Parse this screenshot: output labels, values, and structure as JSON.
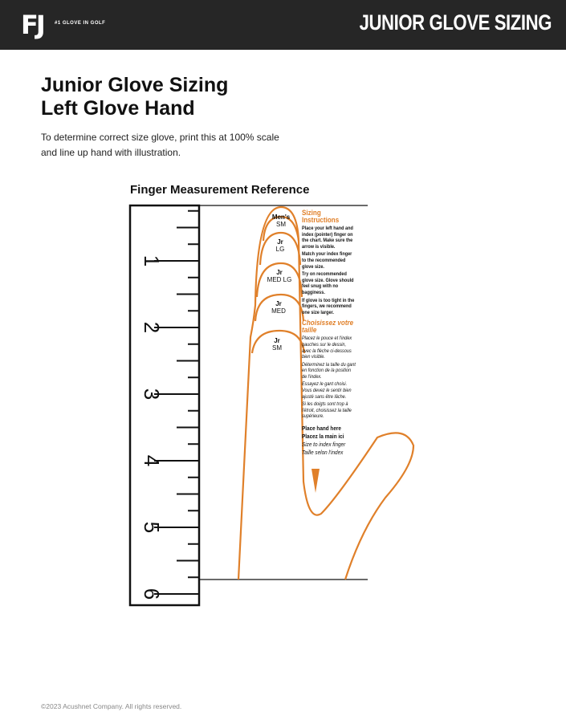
{
  "header": {
    "logo": "FJ",
    "tagline": "#1 GLOVE IN GOLF",
    "title": "JUNIOR GLOVE SIZING"
  },
  "page": {
    "title_line1": "Junior Glove Sizing",
    "title_line2": "Left Glove Hand",
    "intro_line1": "To determine correct size glove, print this at 100% scale",
    "intro_line2": "and line up hand with illustration.",
    "chart_title": "Finger Measurement Reference"
  },
  "ruler": {
    "numbers": [
      "1",
      "2",
      "3",
      "4",
      "5",
      "6"
    ]
  },
  "sizes": [
    {
      "top": "Men's",
      "bottom": "SM"
    },
    {
      "top": "Jr",
      "bottom": "LG"
    },
    {
      "top": "Jr",
      "bottom": "MED LG"
    },
    {
      "top": "Jr",
      "bottom": "MED"
    },
    {
      "top": "Jr",
      "bottom": "SM"
    }
  ],
  "instructions": {
    "title_en": "Sizing Instructions",
    "en": [
      "Place your left hand and index (pointer) finger on the chart. Make sure the arrow is visible.",
      "Match your index finger to the recommended glove size.",
      "Try on recommended glove size. Glove should feel snug with no bagginess.",
      "If glove is too tight in the fingers, we recommend one size larger."
    ],
    "title_fr": "Choisissez votre taille",
    "fr": [
      "Placez le pouce et l'index gauches sur le dessin, avec la flèche ci-dessous bien visible.",
      "Déterminez la taille du gant en fonction de la position de l'index.",
      "Essayez le gant choisi. Vous devez le sentir bien ajusté sans être lâche.",
      "Si les doigts sont trop à l'étroit, choisissez la taille supérieure."
    ],
    "place1": "Place hand here",
    "place2": "Placez la main ici",
    "size1": "Size to index finger",
    "size2": "Taille selon l'index"
  },
  "footer": "©2023 Acushnet Company. All rights reserved.",
  "colors": {
    "accent": "#e0802a",
    "header": "#262626"
  }
}
